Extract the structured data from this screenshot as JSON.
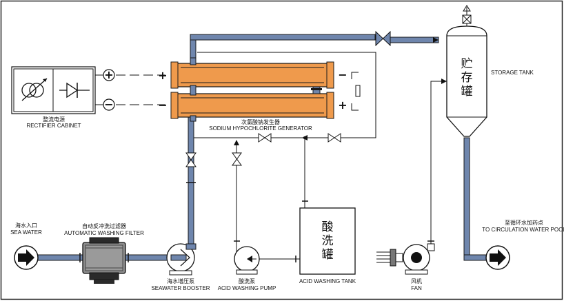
{
  "labels": {
    "rectifier_cn": "整流电源",
    "rectifier_en": "RECTIFIER CABINET",
    "generator_cn": "次氯酸钠发生器",
    "generator_en": "SODIUM HYPOCHLORITE GENERATOR",
    "storage_cn_1": "贮",
    "storage_cn_2": "存",
    "storage_cn_3": "罐",
    "storage_en": "STORAGE TANK",
    "seawater_cn": "海水入口",
    "seawater_en": "SEA WATER",
    "filter_cn": "自动反冲洗过滤器",
    "filter_en": "AUTOMATIC WASHING FILTER",
    "booster_cn": "海水增压泵",
    "booster_en": "SEAWATER BOOSTER",
    "acid_pump_cn": "酸洗泵",
    "acid_pump_en": "ACID WASHING PUMP",
    "acid_tank_cn_1": "酸",
    "acid_tank_cn_2": "洗",
    "acid_tank_cn_3": "罐",
    "acid_tank_en": "ACID WASHING TANK",
    "fan_cn": "风机",
    "fan_en": "FAN",
    "pool_cn": "至循环水加药点",
    "pool_en": "TO CIRCULATION WATER POOL"
  },
  "signs": {
    "plus": "+",
    "minus": "−"
  },
  "colors": {
    "pipe": "#6f86ad",
    "pipe_outline": "#1a1a1a",
    "cell_orange": "#ef9a4c",
    "filter_gray": "#8c8c8c",
    "line": "#111111"
  }
}
